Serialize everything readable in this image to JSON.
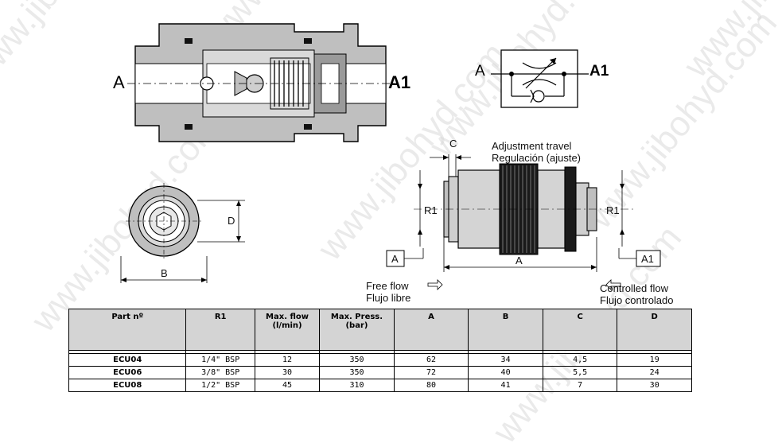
{
  "drawings": {
    "section_port_left": "A",
    "section_port_right": "A1",
    "symbol_port_left": "A",
    "symbol_port_right": "A1",
    "dimension_c": "C",
    "adjustment_travel_en": "Adjustment travel",
    "adjustment_travel_es": "Regulación (ajuste)",
    "dimension_r1_left": "R1",
    "dimension_r1_right": "R1",
    "dimension_a_overall": "A",
    "port_box_left": "A",
    "port_box_right": "A1",
    "free_flow_en": "Free flow",
    "free_flow_es": "Flujo libre",
    "controlled_flow_en": "Controlled flow",
    "controlled_flow_es": "Flujo controlado",
    "front_view_d": "D",
    "front_view_b": "B"
  },
  "watermark": "www.jibohyd.com",
  "table": {
    "headers": [
      "Part nº",
      "R1",
      "Max. flow (l/min)",
      "Max. Press. (bar)",
      "A",
      "B",
      "C",
      "D"
    ],
    "rows": [
      [
        "ECU04",
        "1/4\" BSP",
        "12",
        "350",
        "62",
        "34",
        "4,5",
        "19"
      ],
      [
        "ECU06",
        "3/8\" BSP",
        "30",
        "350",
        "72",
        "40",
        "5,5",
        "24"
      ],
      [
        "ECU08",
        "1/2\" BSP",
        "45",
        "310",
        "80",
        "41",
        "7",
        "30"
      ]
    ]
  },
  "colors": {
    "header_bg": "#d4d4d4",
    "drawing_fill": "#bfbfbf",
    "knob_dark": "#1a1a1a"
  }
}
